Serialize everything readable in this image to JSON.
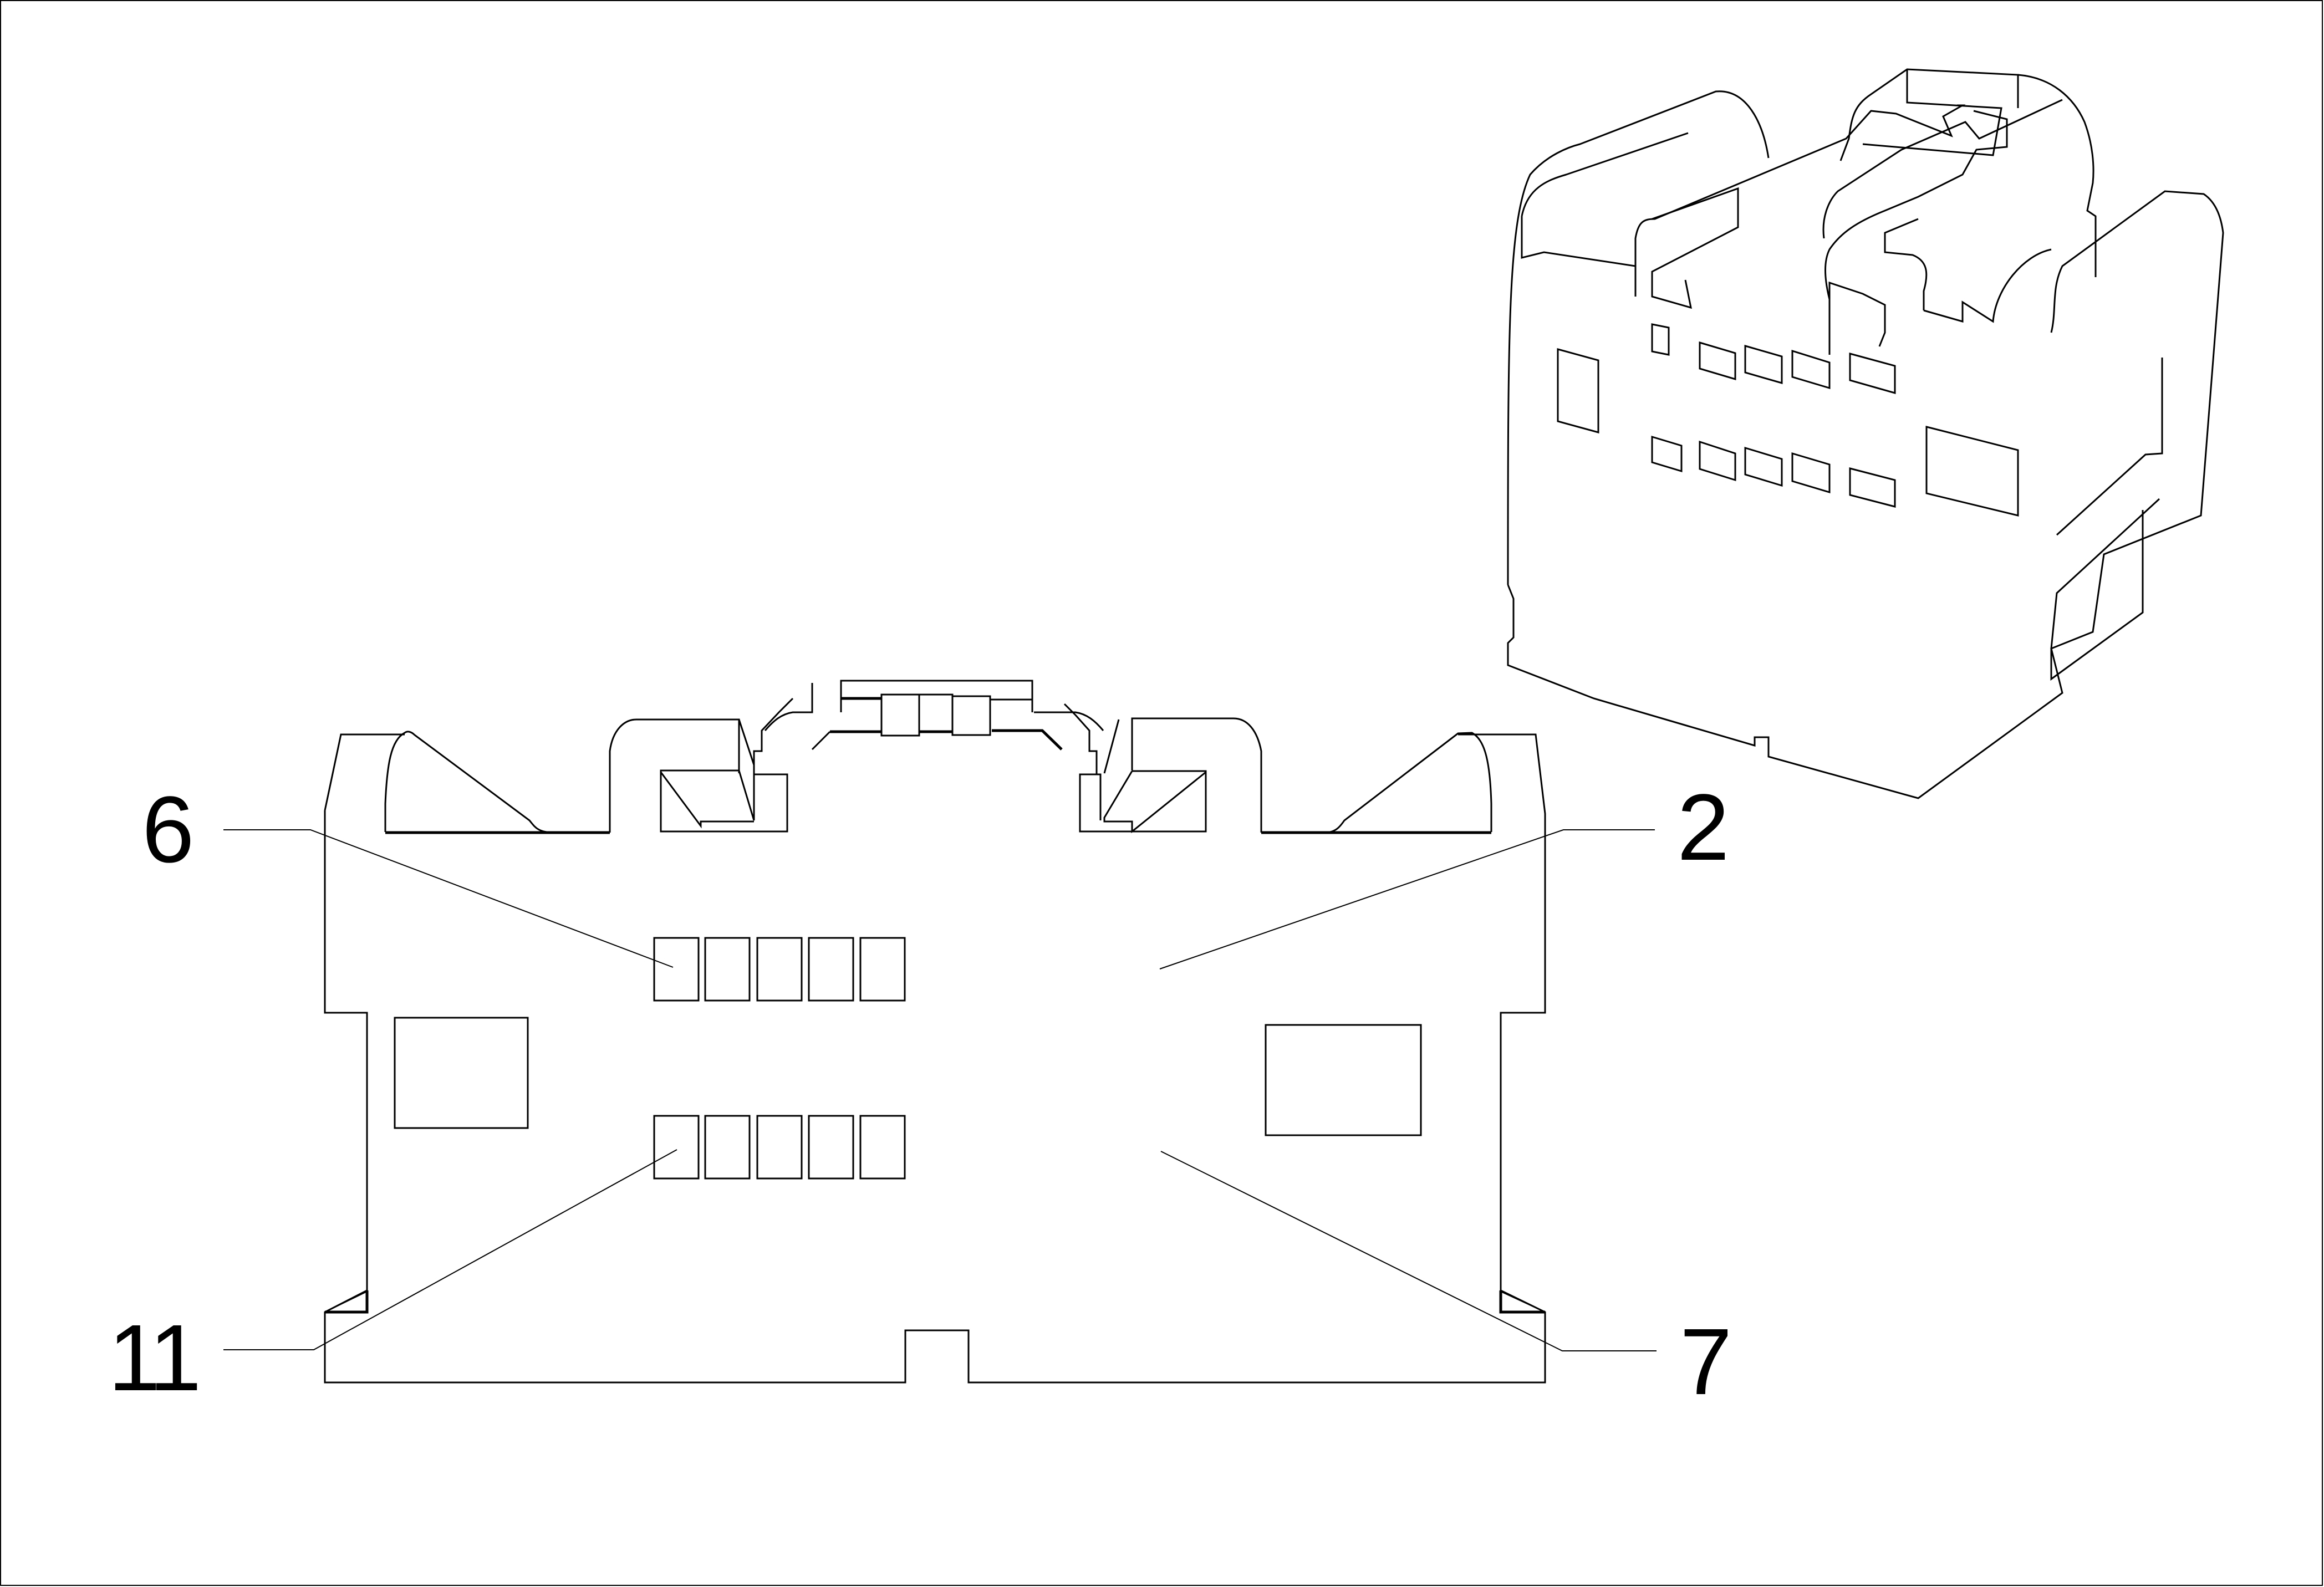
{
  "diagram": {
    "type": "connector-pinout",
    "views": [
      "front-face-view",
      "isometric-view"
    ],
    "cavity_rows": 2,
    "cavities_per_row": 5,
    "callouts": [
      {
        "id": "pin-6",
        "label": "6",
        "points_to": "upper-row-leftmost-cavity"
      },
      {
        "id": "pin-2",
        "label": "2",
        "points_to": "upper-row-rightmost-cavity"
      },
      {
        "id": "pin-11",
        "label": "11",
        "points_to": "lower-row-leftmost-cavity"
      },
      {
        "id": "pin-7",
        "label": "7",
        "points_to": "lower-row-rightmost-cavity"
      }
    ],
    "colors": {
      "line": "#000000",
      "background": "#ffffff"
    }
  }
}
